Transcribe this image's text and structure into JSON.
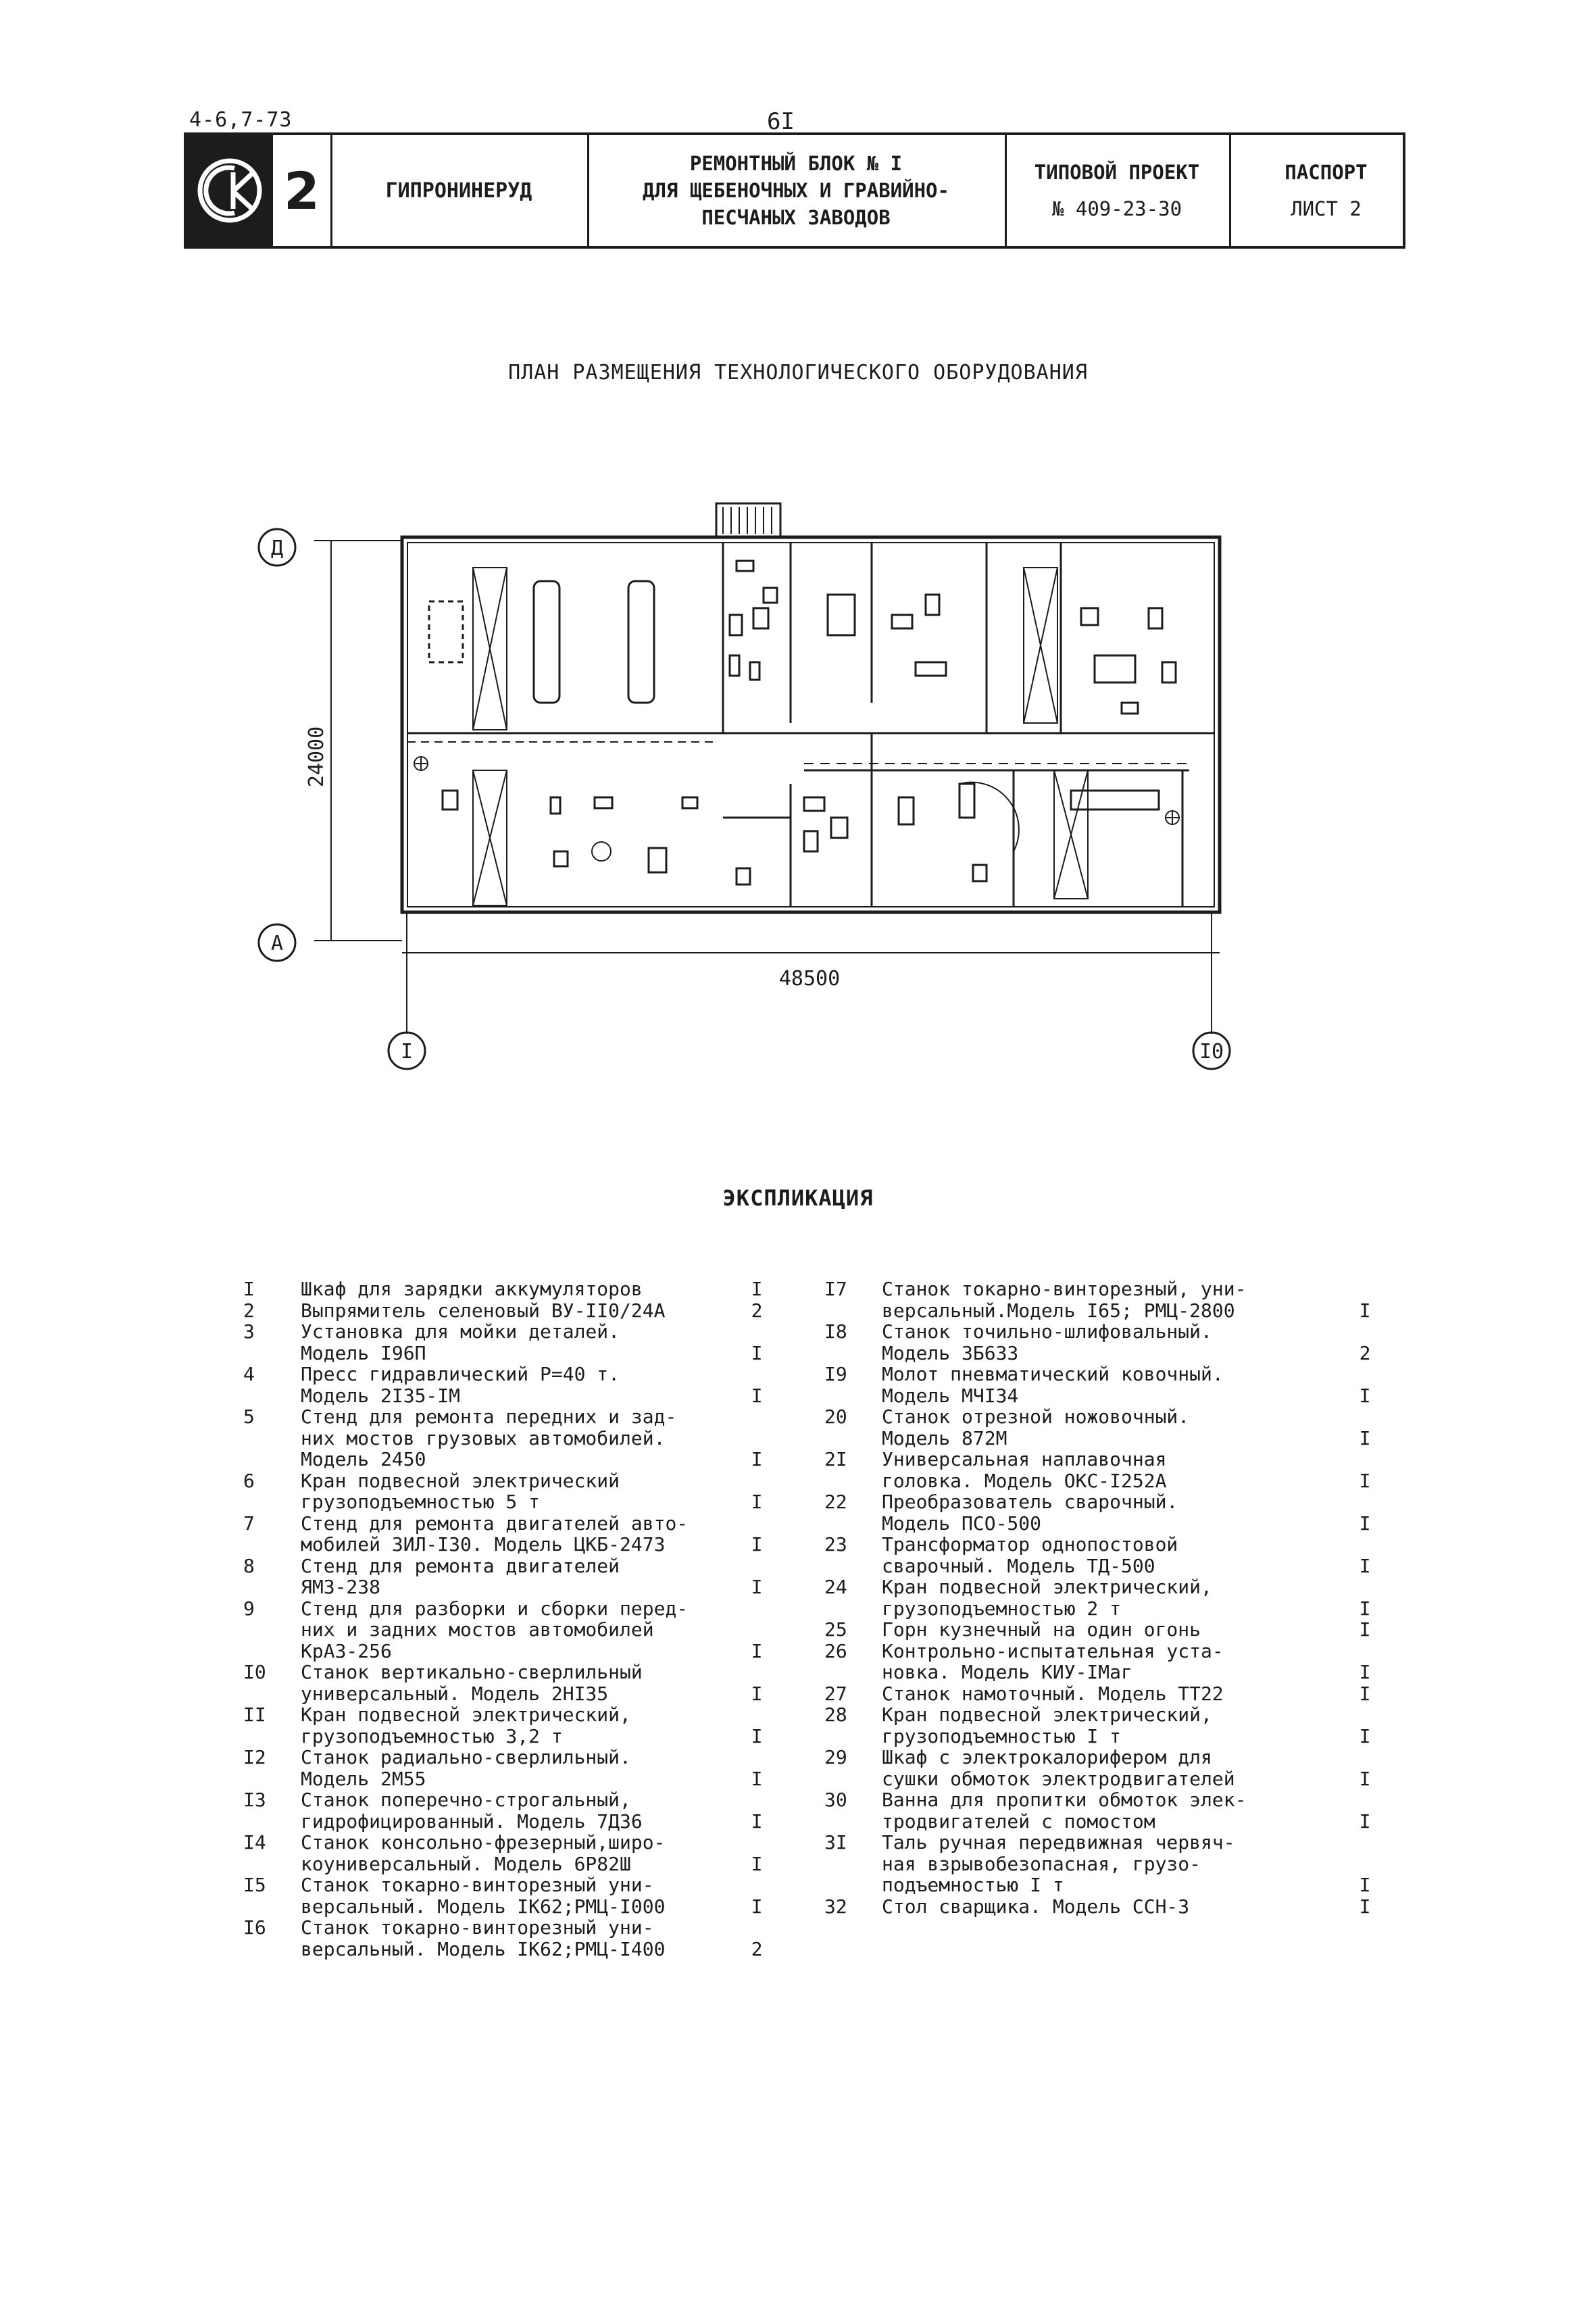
{
  "header": {
    "code": "4-6,7-73",
    "page_number": "6I"
  },
  "stamp": {
    "logo": "СК",
    "number": "2",
    "organization": "ГИПРОНИНЕРУД",
    "title_lines": [
      "РЕМОНТНЫЙ БЛОК № I",
      "ДЛЯ ЩЕБЕНОЧНЫХ И ГРАВИЙНО-",
      "ПЕСЧАНЫХ ЗАВОДОВ"
    ],
    "project_label": "ТИПОВОЙ ПРОЕКТ",
    "project_number": "№ 409-23-30",
    "doc_label": "ПАСПОРТ",
    "sheet": "ЛИСТ 2"
  },
  "plan": {
    "title": "ПЛАН РАЗМЕЩЕНИЯ ТЕХНОЛОГИЧЕСКОГО ОБОРУДОВАНИЯ",
    "axis_top": "Д",
    "axis_bottom": "А",
    "axis_left": "I",
    "axis_right": "I0",
    "dim_height": "24000",
    "dim_width": "48500"
  },
  "explication": {
    "title": "ЭКСПЛИКАЦИЯ",
    "left": [
      {
        "n": "I",
        "text": "Шкаф для зарядки аккумуляторов",
        "qty": "I"
      },
      {
        "n": "2",
        "text": "Выпрямитель селеновый ВУ-II0/24А",
        "qty": "2"
      },
      {
        "n": "3",
        "text": "Установка для мойки деталей.\nМодель I96П",
        "qty": "I"
      },
      {
        "n": "4",
        "text": "Пресс гидравлический Р=40 т.\nМодель 2I35-IМ",
        "qty": "I"
      },
      {
        "n": "5",
        "text": "Стенд для ремонта передних и зад-\nних мостов грузовых автомобилей.\nМодель 2450",
        "qty": "I"
      },
      {
        "n": "6",
        "text": "Кран подвесной электрический\nгрузоподъемностью 5 т",
        "qty": "I"
      },
      {
        "n": "7",
        "text": "Стенд для ремонта двигателей авто-\nмобилей ЗИЛ-I30. Модель ЦКБ-2473",
        "qty": "I"
      },
      {
        "n": "8",
        "text": "Стенд для ремонта двигателей\nЯМЗ-238",
        "qty": "I"
      },
      {
        "n": "9",
        "text": "Стенд для разборки и сборки перед-\nних и задних мостов автомобилей\nКрАЗ-256",
        "qty": "I"
      },
      {
        "n": "I0",
        "text": "Станок вертикально-сверлильный\nуниверсальный. Модель 2НI35",
        "qty": "I"
      },
      {
        "n": "II",
        "text": "Кран подвесной электрический,\nгрузоподъемностью 3,2 т",
        "qty": "I"
      },
      {
        "n": "I2",
        "text": "Станок радиально-сверлильный.\nМодель 2М55",
        "qty": "I"
      },
      {
        "n": "I3",
        "text": "Станок поперечно-строгальный,\nгидрофицированный. Модель 7Д36",
        "qty": "I"
      },
      {
        "n": "I4",
        "text": "Станок консольно-фрезерный,широ-\nкоуниверсальный. Модель 6Р82Ш",
        "qty": "I"
      },
      {
        "n": "I5",
        "text": "Станок токарно-винторезный уни-\nверсальный. Модель IК62;РМЦ-I000",
        "qty": "I"
      },
      {
        "n": "I6",
        "text": "Станок токарно-винторезный уни-\nверсальный. Модель IК62;РМЦ-I400",
        "qty": "2"
      }
    ],
    "right": [
      {
        "n": "I7",
        "text": "Станок токарно-винторезный, уни-\nверсальный.Модель I65; РМЦ-2800",
        "qty": "I"
      },
      {
        "n": "I8",
        "text": "Станок точильно-шлифовальный.\nМодель 3Б633",
        "qty": "2"
      },
      {
        "n": "I9",
        "text": "Молот пневматический ковочный.\nМодель МЧI34",
        "qty": "I"
      },
      {
        "n": "20",
        "text": "Станок отрезной ножовочный.\nМодель 872М",
        "qty": "I"
      },
      {
        "n": "2I",
        "text": "Универсальная наплавочная\nголовка. Модель ОКС-I252А",
        "qty": "I"
      },
      {
        "n": "22",
        "text": "Преобразователь сварочный.\nМодель ПСО-500",
        "qty": "I"
      },
      {
        "n": "23",
        "text": "Трансформатор однопостовой\nсварочный. Модель ТД-500",
        "qty": "I"
      },
      {
        "n": "24",
        "text": "Кран подвесной электрический,\nгрузоподъемностью 2 т",
        "qty": "I"
      },
      {
        "n": "25",
        "text": "Горн кузнечный на один огонь",
        "qty": "I"
      },
      {
        "n": "26",
        "text": "Контрольно-испытательная уста-\nновка. Модель КИУ-IМаг",
        "qty": "I"
      },
      {
        "n": "27",
        "text": "Станок намоточный. Модель ТТ22",
        "qty": "I"
      },
      {
        "n": "28",
        "text": "Кран подвесной электрический,\nгрузоподъемностью I т",
        "qty": "I"
      },
      {
        "n": "29",
        "text": "Шкаф с электрокалорифером для\nсушки обмоток электродвигателей",
        "qty": "I"
      },
      {
        "n": "30",
        "text": "Ванна для пропитки обмоток элек-\nтродвигателей с помостом",
        "qty": "I"
      },
      {
        "n": "3I",
        "text": "Таль ручная передвижная червяч-\nная взрывобезопасная, грузо-\nподъемностью I т",
        "qty": "I"
      },
      {
        "n": "32",
        "text": "Стол сварщика. Модель ССН-3",
        "qty": "I"
      }
    ]
  }
}
